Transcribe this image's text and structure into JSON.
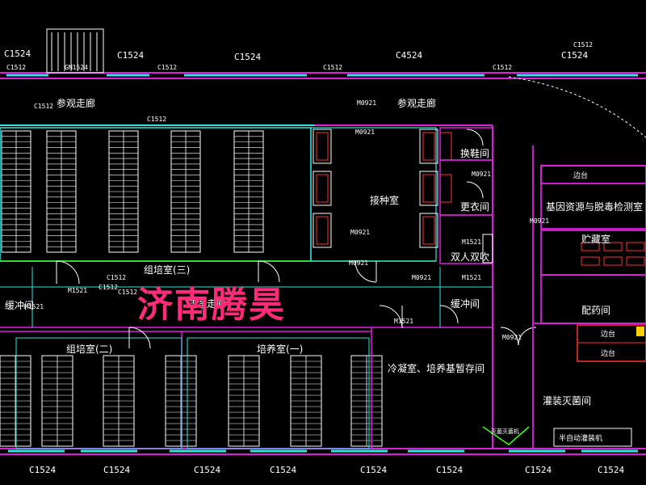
{
  "colors": {
    "background": "#000000",
    "wall_magenta": "#e01ee0",
    "wall_cyan": "#2ee6e6",
    "line_green": "#39ff14",
    "line_white": "#ffffff",
    "shelf_red": "#ff3030",
    "watermark": "#ff2a7a",
    "yellow": "#ffd000"
  },
  "top_labels": [
    "C1524",
    "C1524",
    "C1524",
    "C4524",
    "C1524"
  ],
  "top_small": [
    "C1512",
    "GM1524",
    "C1512",
    "C1512",
    "C1512",
    "C1512"
  ],
  "bottom_labels": [
    "C1524",
    "C1524",
    "C1524",
    "C1524",
    "C1524",
    "C1524",
    "C1524",
    "C1524"
  ],
  "corridor_left": "参观走廊",
  "corridor_right": "参观走廊",
  "corridor_code_left": "C1512",
  "corridor_code_right": "M0921",
  "rooms": {
    "culture_3": "组培室(三)",
    "culture_2": "组培室(二)",
    "culture_1": "培养室(一)",
    "buffer_left": "缓冲间",
    "clean_corridor": "洁净走廊",
    "reception": "接种室",
    "shoe_change": "换鞋间",
    "dressing": "更衣间",
    "air_shower": "双人双吹",
    "buffer_right": "缓冲间",
    "cold_storage": "冷凝室、培养基暂存间",
    "gene_lab": "基因资源与脱毒检测室",
    "storage": "贮藏室",
    "dispensing": "配药间",
    "sterilize": "灌装灭菌间",
    "bench_1": "边台",
    "bench_2": "边台",
    "bench_3": "边台",
    "machine": "半自动灌装机",
    "sterilizer": "灭菌灭菌机"
  },
  "door_codes": [
    "M1521",
    "M1521",
    "M0921",
    "M0921",
    "M0921",
    "M0921",
    "M1521",
    "M1521",
    "M0921",
    "M0921",
    "M1521",
    "M0921"
  ],
  "window_codes": [
    "C1512",
    "C1512",
    "C1512",
    "C1512"
  ],
  "watermark": "济南腾昊"
}
